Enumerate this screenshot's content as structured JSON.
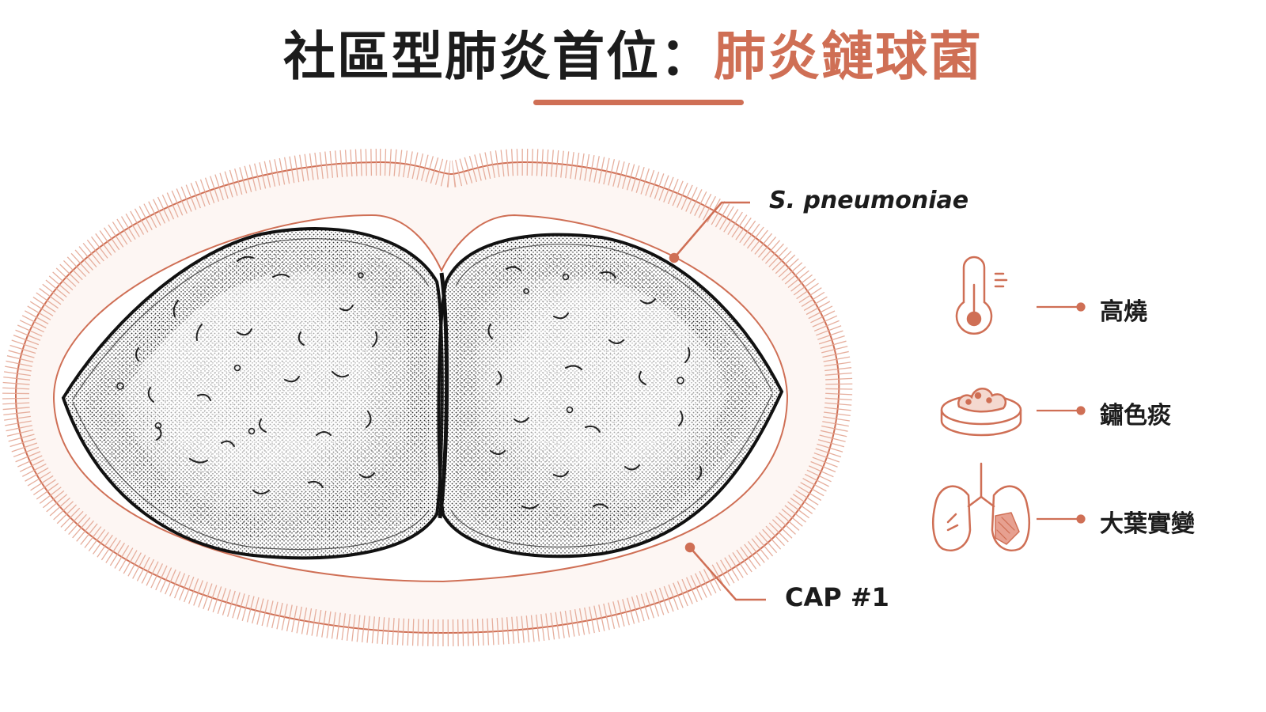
{
  "title": {
    "main": "社區型肺炎首位：",
    "highlight": "肺炎鏈球菌"
  },
  "labels": {
    "species": "S. pneumoniae",
    "cap": "CAP #1"
  },
  "symptoms": [
    {
      "icon": "thermometer-icon",
      "label": "高燒"
    },
    {
      "icon": "sputum-icon",
      "label": "鏽色痰"
    },
    {
      "icon": "lungs-icon",
      "label": "大葉實變"
    }
  ],
  "colors": {
    "accent": "#cf6f55",
    "ink": "#1c1c1c",
    "background": "#ffffff"
  }
}
